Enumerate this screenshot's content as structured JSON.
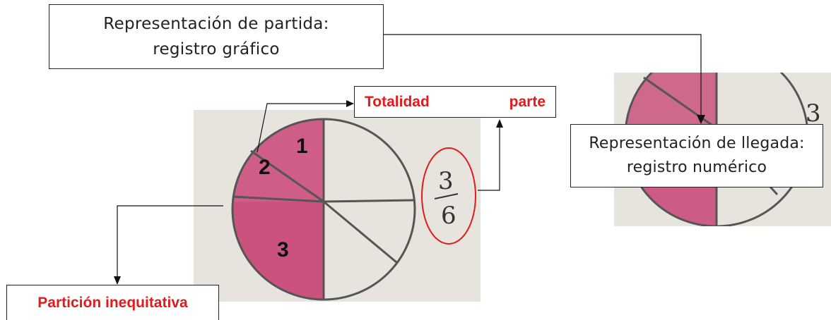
{
  "boxes": {
    "start_line1": "Representación de partida:",
    "start_line2": "registro gráfico",
    "end_line1": "Representación de llegada:",
    "end_line2": "registro numérico",
    "totality": "Totalidad",
    "part": "parte",
    "partition": "Partición inequitativa"
  },
  "photo": {
    "labels": [
      "1",
      "2",
      "3"
    ],
    "numerator": "3",
    "denominator": "6",
    "partial_digit": "3"
  },
  "colors": {
    "accent_red": "#e11b1b",
    "fill_pink": "#c6386f",
    "paper": "#e6e4dc"
  }
}
